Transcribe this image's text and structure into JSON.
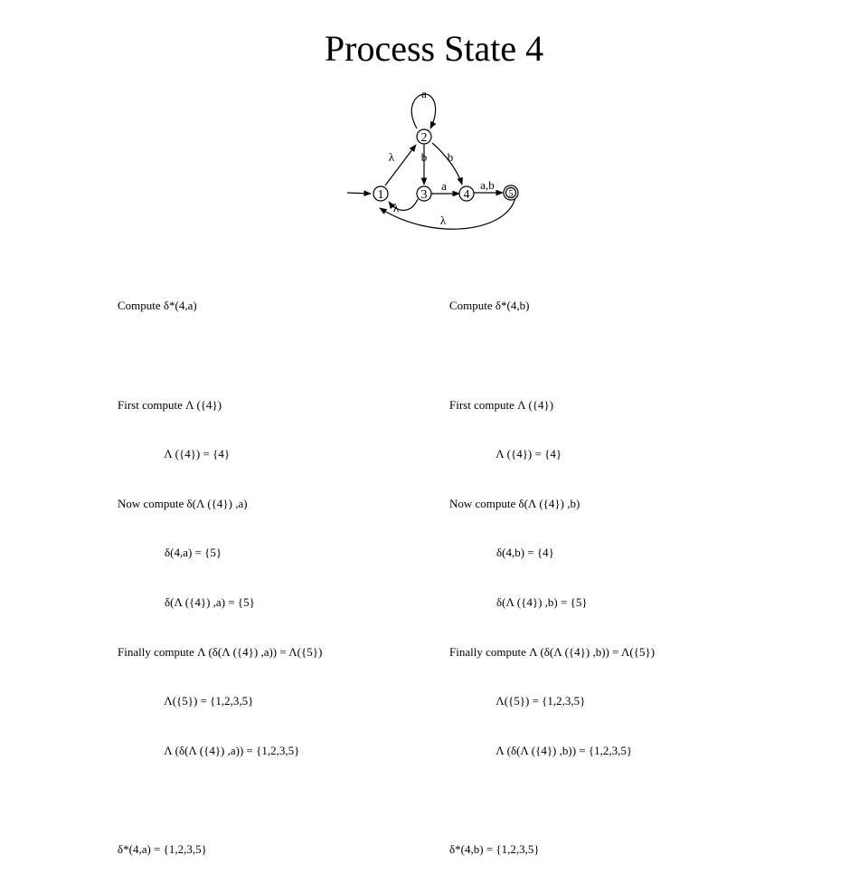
{
  "title": "Process State 4",
  "diagram": {
    "states": {
      "s1": "1",
      "s2": "2",
      "s3": "3",
      "s4": "4",
      "s5": "5"
    },
    "edge_labels": {
      "loop_2": "a",
      "e1_2": "λ",
      "e2_3": "b",
      "e2_4": "b",
      "e3_4": "a",
      "e4_5": "a,b",
      "e3_1": "λ",
      "e5_1": "λ"
    }
  },
  "left_column": {
    "lines": [
      "Compute δ*(4,a)",
      "",
      "First compute Λ ({4})",
      "                Λ ({4}) = {4}",
      "Now compute δ(Λ ({4}) ,a)",
      "                δ(4,a) = {5}",
      "                δ(Λ ({4}) ,a) = {5}",
      "Finally compute Λ (δ(Λ ({4}) ,a)) = Λ({5})",
      "                Λ({5}) = {1,2,3,5}",
      "                Λ (δ(Λ ({4}) ,a)) = {1,2,3,5}",
      "",
      "δ*(4,a) = {1,2,3,5}"
    ]
  },
  "right_column": {
    "lines": [
      "Compute δ*(4,b)",
      "",
      "First compute Λ ({4})",
      "                Λ ({4}) = {4}",
      "Now compute δ(Λ ({4}) ,b)",
      "                δ(4,b) = {4}",
      "                δ(Λ ({4}) ,b) = {5}",
      "Finally compute Λ (δ(Λ ({4}) ,b)) = Λ({5})",
      "                Λ({5}) = {1,2,3,5}",
      "                Λ (δ(Λ ({4}) ,b)) = {1,2,3,5}",
      "",
      "δ*(4,b) = {1,2,3,5}"
    ]
  }
}
